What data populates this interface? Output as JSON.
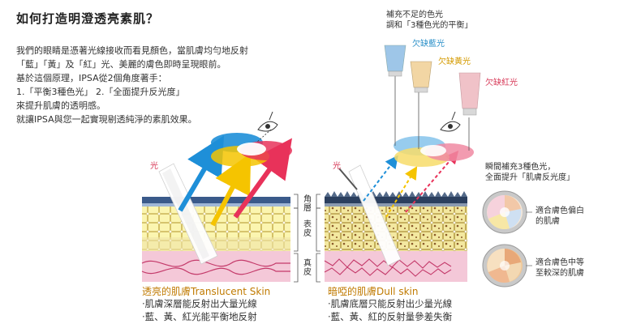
{
  "title": "如何打造明澄透亮素肌？",
  "intro": {
    "lines": [
      "我們的眼睛是憑著光線接收而看見顏色，當肌膚均勻地反射",
      "「藍」「黃」及「紅」光、美麗的膚色即時呈現眼前。",
      "基於這個原理，IPSA從2個角度著手：",
      "1.「平衡3種色光」 2.「全面提升反光度」",
      "來提升肌膚的透明感。",
      "就讓IPSA與您一起實現剔透純淨的素肌效果。"
    ]
  },
  "labels": {
    "light_left": "光",
    "light_right": "光",
    "horny_layer": "角層",
    "epidermis": "表皮",
    "dermis": "真皮"
  },
  "top_note": {
    "line1": "補充不足的色光",
    "line2": "調和「3種色光的平衡」"
  },
  "tubes": [
    {
      "label": "欠缺藍光",
      "color": "#9ec6e8"
    },
    {
      "label": "欠缺黃光",
      "color": "#f2d6a4"
    },
    {
      "label": "欠缺紅光",
      "color": "#f0c2c8"
    }
  ],
  "right_note": {
    "line1": "瞬間補充3種色光，",
    "line2": "全面提升「肌膚反光度」"
  },
  "compacts": [
    {
      "line1": "適合膚色偏白",
      "line2": "的肌膚"
    },
    {
      "line1": "適合膚色中等",
      "line2": "至較深的肌膚"
    }
  ],
  "captions": {
    "left": {
      "heading": "透亮的肌膚Translucent Skin",
      "bullets": [
        "‧肌膚深層能反射出大量光線",
        "‧藍、黃、紅光能平衡地反射"
      ]
    },
    "right": {
      "heading": "暗啞的肌膚Dull skin",
      "bullets": [
        "‧肌膚底層只能反射出少量光線",
        "‧藍、黃、紅的反射量參差失衡"
      ]
    }
  },
  "colors": {
    "blue": "#1e8fd8",
    "yellow": "#f5c400",
    "red": "#e8325a",
    "horny": "#3a5a8a",
    "epidermis_fill": "#f9f3a8",
    "dermis_fill": "#f4c8d8"
  }
}
